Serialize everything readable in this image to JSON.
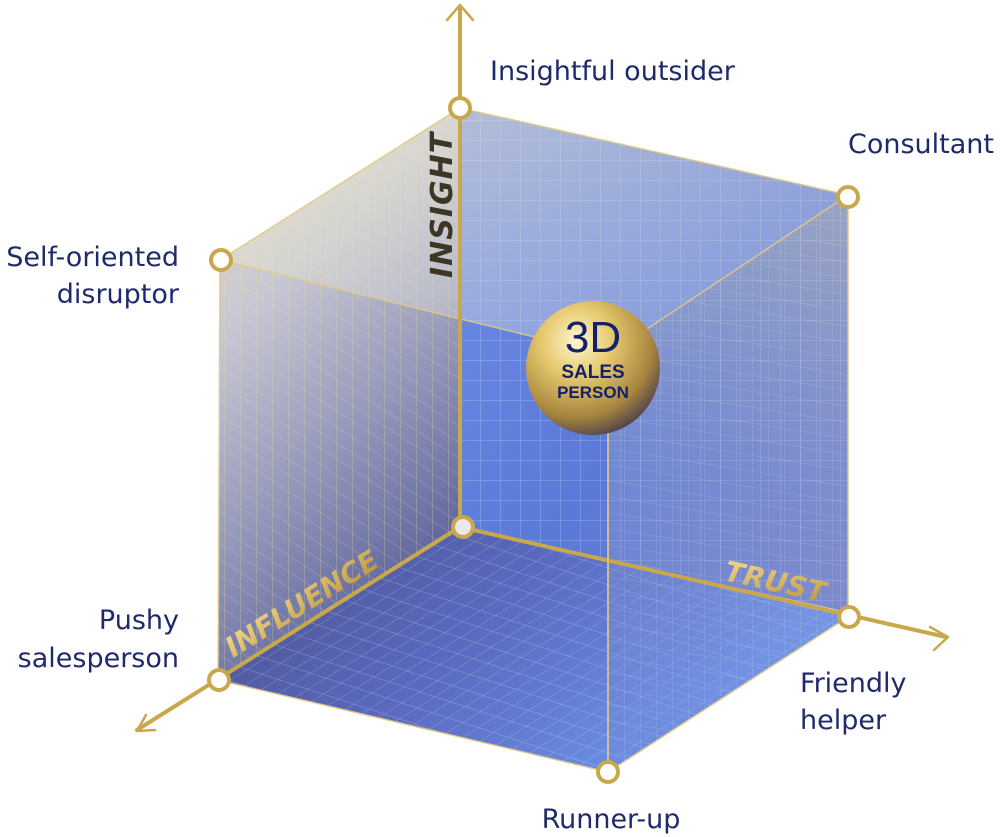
{
  "diagram": {
    "axes": {
      "insight": "INSIGHT",
      "trust": "TRUST",
      "influence": "INFLUENCE"
    },
    "corners": {
      "top": "Insightful outsider",
      "top_right": "Consultant",
      "left_top_1": "Self-oriented",
      "left_top_2": "disruptor",
      "left_bottom_1": "Pushy",
      "left_bottom_2": "salesperson",
      "right_bottom_1": "Friendly",
      "right_bottom_2": "helper",
      "bottom": "Runner-up"
    },
    "center": {
      "line1": "3D",
      "line2": "SALES",
      "line3": "PERSON"
    }
  },
  "colors": {
    "gold": "#c9a84c",
    "gold_light": "#e2c985",
    "navy": "#1f2a6b",
    "blue_face": "#6d8fe0"
  }
}
